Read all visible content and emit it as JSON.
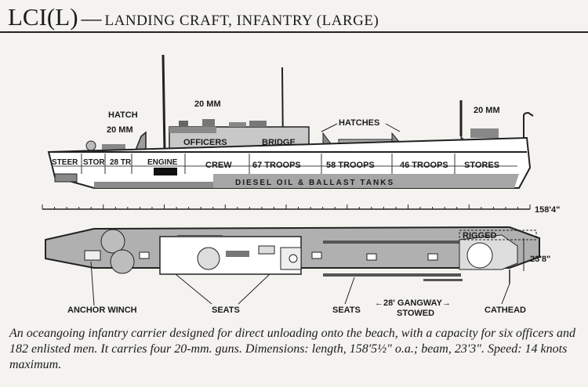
{
  "title": {
    "designation": "LCI(L)",
    "dash": "—",
    "name": "LANDING CRAFT, INFANTRY (LARGE)"
  },
  "profile_labels": {
    "hatch": "HATCH",
    "gun_20mm_aft": "20 MM",
    "gun_20mm_mid": "20 MM",
    "gun_20mm_fwd": "20 MM",
    "hatches": "HATCHES",
    "officers": "OFFICERS",
    "bridge": "BRIDGE",
    "steer": "STEER",
    "stor": "STOR",
    "tr28": "28 TR",
    "engine": "ENGINE",
    "crew": "CREW",
    "troops67": "67 TROOPS",
    "troops58": "58 TROOPS",
    "troops46": "46 TROOPS",
    "stores": "STORES",
    "diesel": "DIESEL OIL & BALLAST TANKS"
  },
  "scale": {
    "length_label": "158'4\""
  },
  "plan_labels": {
    "rigged": "RIGGED",
    "beam": "23'8\"",
    "anchor_winch": "ANCHOR WINCH",
    "seats_left": "SEATS",
    "seats_right": "SEATS",
    "gangway": "←28' GANGWAY→",
    "stowed": "STOWED",
    "cathead": "CATHEAD"
  },
  "caption": "An oceangoing infantry carrier designed for direct unloading onto the beach, with a capacity for six officers and 182 enlisted men. It carries four 20-mm. guns. Dimensions: length, 158'5½\" o.a.; beam, 23'3\". Speed: 14 knots maximum.",
  "colors": {
    "hull_gray": "#a9a9a9",
    "dark_gray": "#6e6e6e",
    "paper": "#f4f3f0",
    "ink": "#1b1b1b"
  }
}
